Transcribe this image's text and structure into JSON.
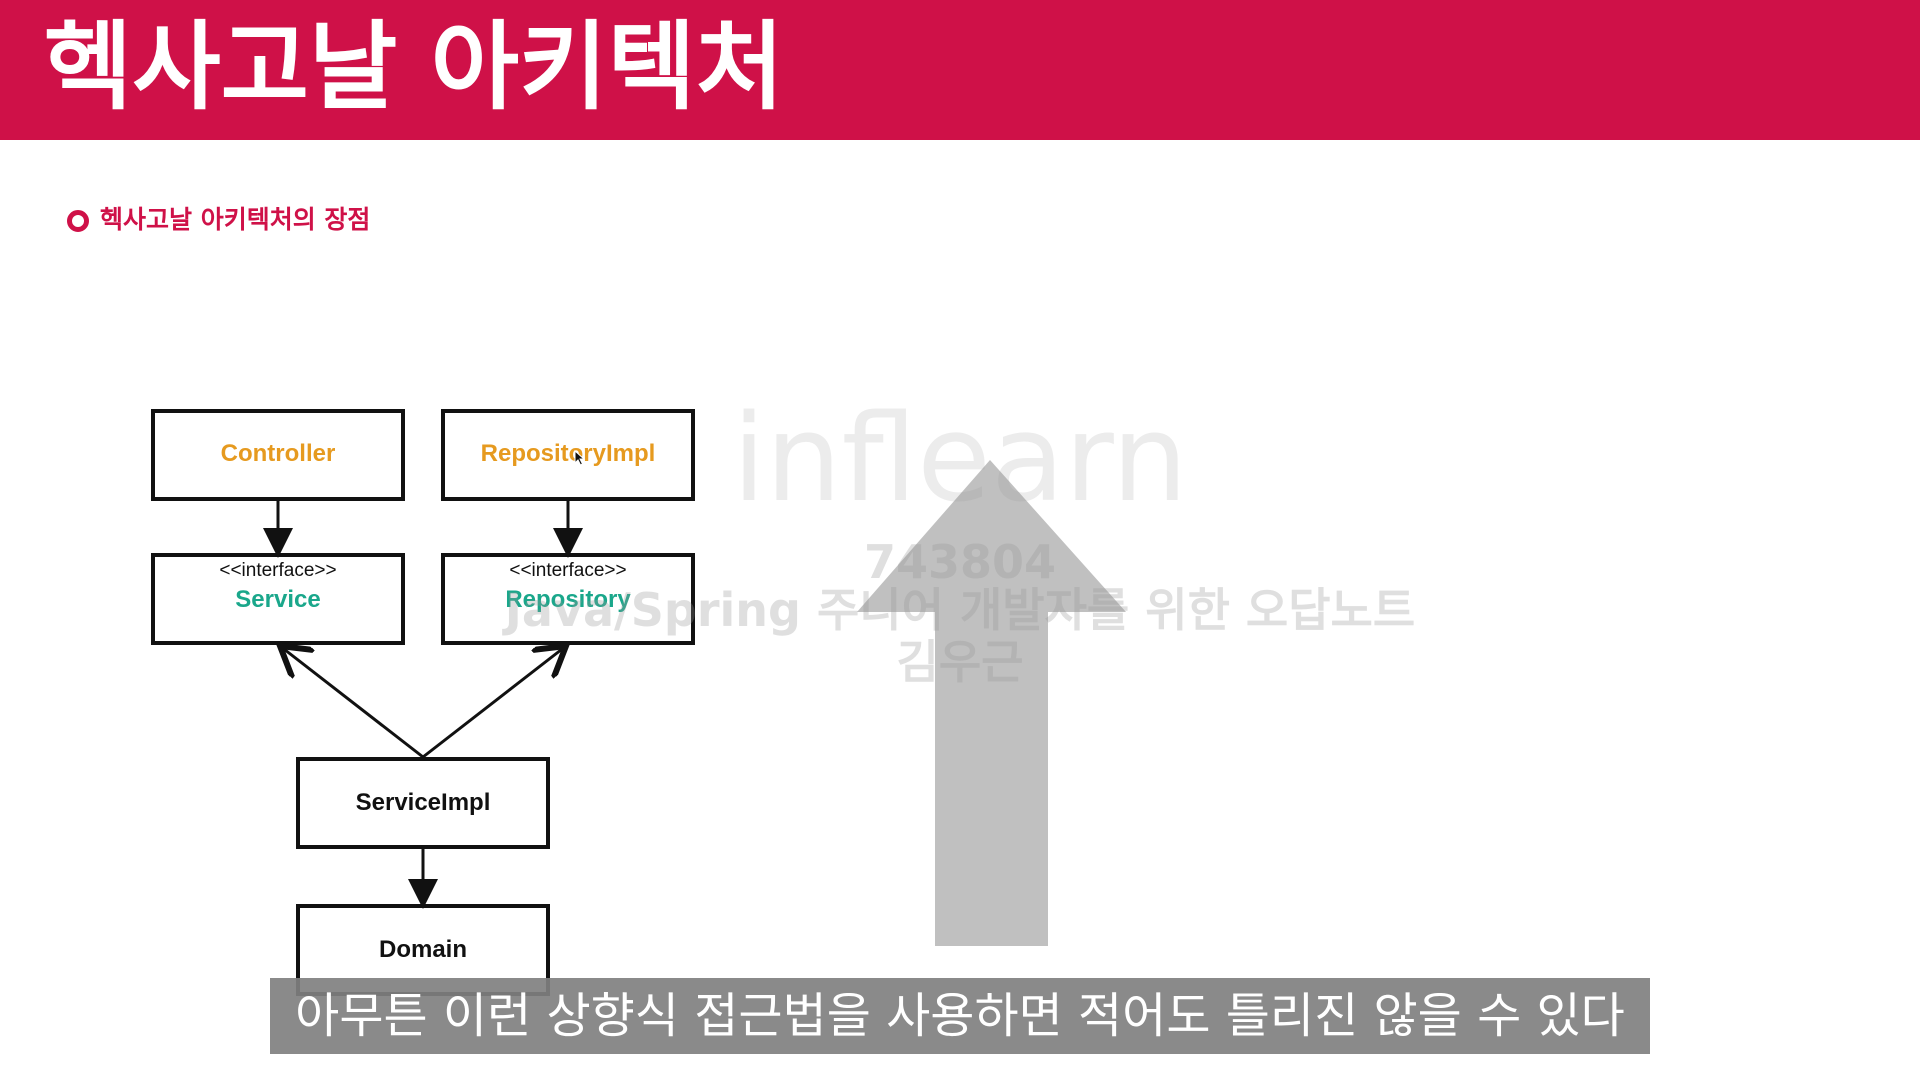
{
  "slide": {
    "title": "헥사고날 아키텍처",
    "section_heading": "헥사고날 아키텍처의 장점"
  },
  "diagram": {
    "boxes": {
      "controller": {
        "label": "Controller"
      },
      "repository_impl": {
        "label": "RepositoryImpl"
      },
      "service": {
        "stereotype": "<<interface>>",
        "label": "Service"
      },
      "repository": {
        "stereotype": "<<interface>>",
        "label": "Repository"
      },
      "service_impl": {
        "label": "ServiceImpl"
      },
      "domain": {
        "label": "Domain"
      }
    }
  },
  "watermark": {
    "logo": "inflearn",
    "id": "743804",
    "course": "Java/Spring 주니어 개발자를 위한 오답노트",
    "name": "김우근"
  },
  "subtitle": {
    "text": "아무튼 이런 상향식 접근법을 사용하면 적어도 틀리진 않을 수 있다"
  },
  "colors": {
    "header": "#cf1148",
    "implementation_label": "#e69a1f",
    "interface_label": "#1aa78b",
    "big_arrow": "#c0c0c0"
  }
}
